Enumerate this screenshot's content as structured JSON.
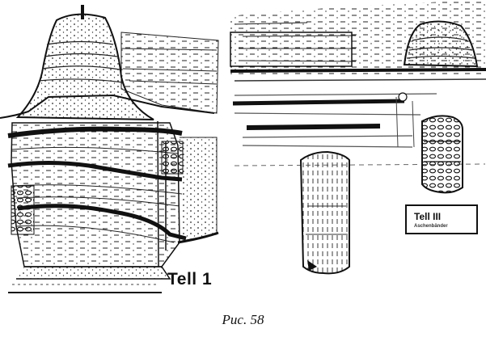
{
  "panels": {
    "left": {
      "label": "Tell 1"
    },
    "right": {
      "label": "Tell III",
      "sublabel": "Aschenbänder"
    }
  },
  "caption": "Рис. 58",
  "colors": {
    "ink": "#111111",
    "paper": "#ffffff"
  }
}
